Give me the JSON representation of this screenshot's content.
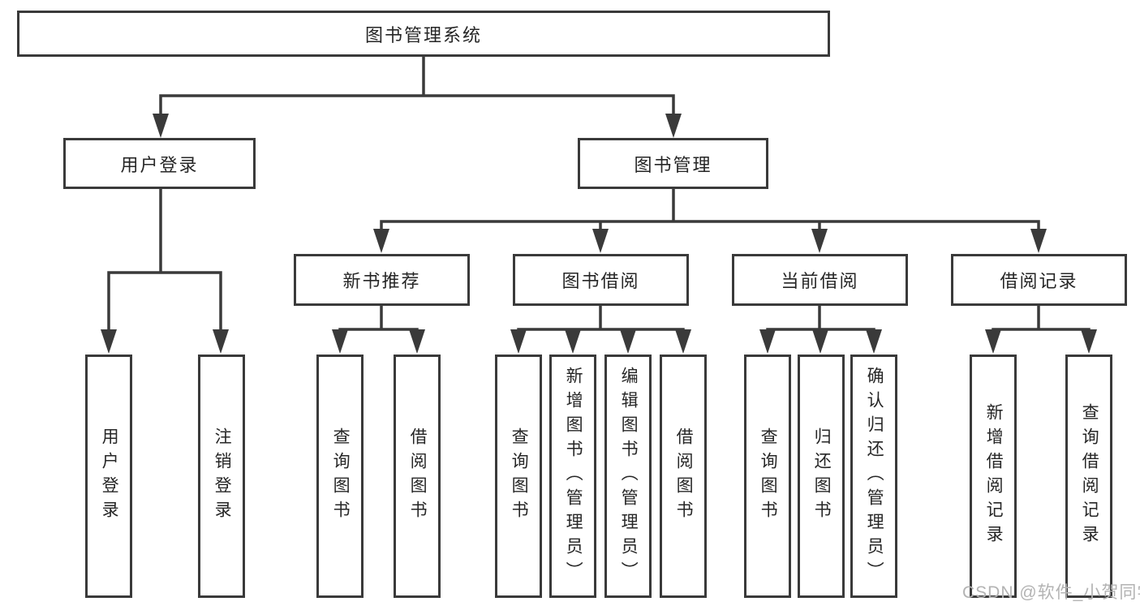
{
  "diagram_type": "hierarchy-tree",
  "tree": {
    "label": "图书管理系统",
    "children": [
      {
        "label": "用户登录",
        "children": [
          {
            "label": "用户登录"
          },
          {
            "label": "注销登录"
          }
        ]
      },
      {
        "label": "图书管理",
        "children": [
          {
            "label": "新书推荐",
            "children": [
              {
                "label": "查询图书"
              },
              {
                "label": "借阅图书"
              }
            ]
          },
          {
            "label": "图书借阅",
            "children": [
              {
                "label": "查询图书"
              },
              {
                "label": "新增图书（管理员）"
              },
              {
                "label": "编辑图书（管理员）"
              },
              {
                "label": "借阅图书"
              }
            ]
          },
          {
            "label": "当前借阅",
            "children": [
              {
                "label": "查询图书"
              },
              {
                "label": "归还图书"
              },
              {
                "label": "确认归还（管理员）"
              }
            ]
          },
          {
            "label": "借阅记录",
            "children": [
              {
                "label": "新增借阅记录"
              },
              {
                "label": "查询借阅记录"
              }
            ]
          }
        ]
      }
    ]
  },
  "watermark": "CSDN @软件_小贺同学",
  "colors": {
    "line": "#3a3a3a",
    "text": "#262626",
    "box_background": "#ffffff",
    "page_background": "#ffffff",
    "watermark": "#b3b3b3"
  }
}
